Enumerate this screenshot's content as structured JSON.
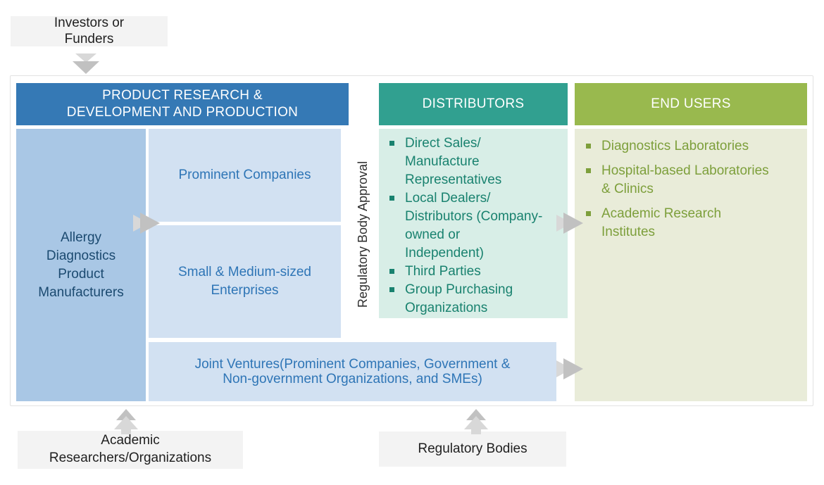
{
  "colors": {
    "blue_header": "#3579b5",
    "manufacturers_box": "#a9c7e5",
    "manufacturers_text": "#1b4a70",
    "light_blue_box": "#d2e1f2",
    "blue_text": "#2e75b6",
    "teal_header": "#31a090",
    "teal_body": "#d8eee7",
    "teal_text": "#19826f",
    "olive_header": "#99b94e",
    "olive_body": "#e9ecd9",
    "olive_text": "#7d9f3b",
    "gray_box": "#f3f3f3",
    "dark_text": "#1f1f1f",
    "arrow_light": "#d8d8d8",
    "arrow_dark": "#c1c1c1",
    "container_border": "#e2e2e2"
  },
  "external": {
    "investors_label": "Investors or\nFunders",
    "academic_label": "Academic\nResearchers/Organizations",
    "regulatory_label": "Regulatory Bodies"
  },
  "main": {
    "production": {
      "header": "PRODUCT RESEARCH &\nDEVELOPMENT AND PRODUCTION",
      "manufacturers": "Allergy\nDiagnostics\nProduct\nManufacturers",
      "prominent_companies": "Prominent Companies",
      "smes": "Small & Medium-sized\nEnterprises",
      "joint_ventures": "Joint Ventures(Prominent Companies, Government &\nNon-government Organizations, and SMEs)"
    },
    "regulatory_approval_label": "Regulatory Body Approval",
    "distributors": {
      "header": "DISTRIBUTORS",
      "items": [
        "Direct Sales/\nManufacture\nRepresentatives",
        "Local Dealers/\nDistributors (Company-\nowned or\nIndependent)",
        "Third Parties",
        "Group Purchasing\nOrganizations"
      ]
    },
    "end_users": {
      "header": "END USERS",
      "items": [
        "Diagnostics Laboratories",
        "Hospital-based Laboratories\n& Clinics",
        "Academic Research\nInstitutes"
      ]
    }
  }
}
